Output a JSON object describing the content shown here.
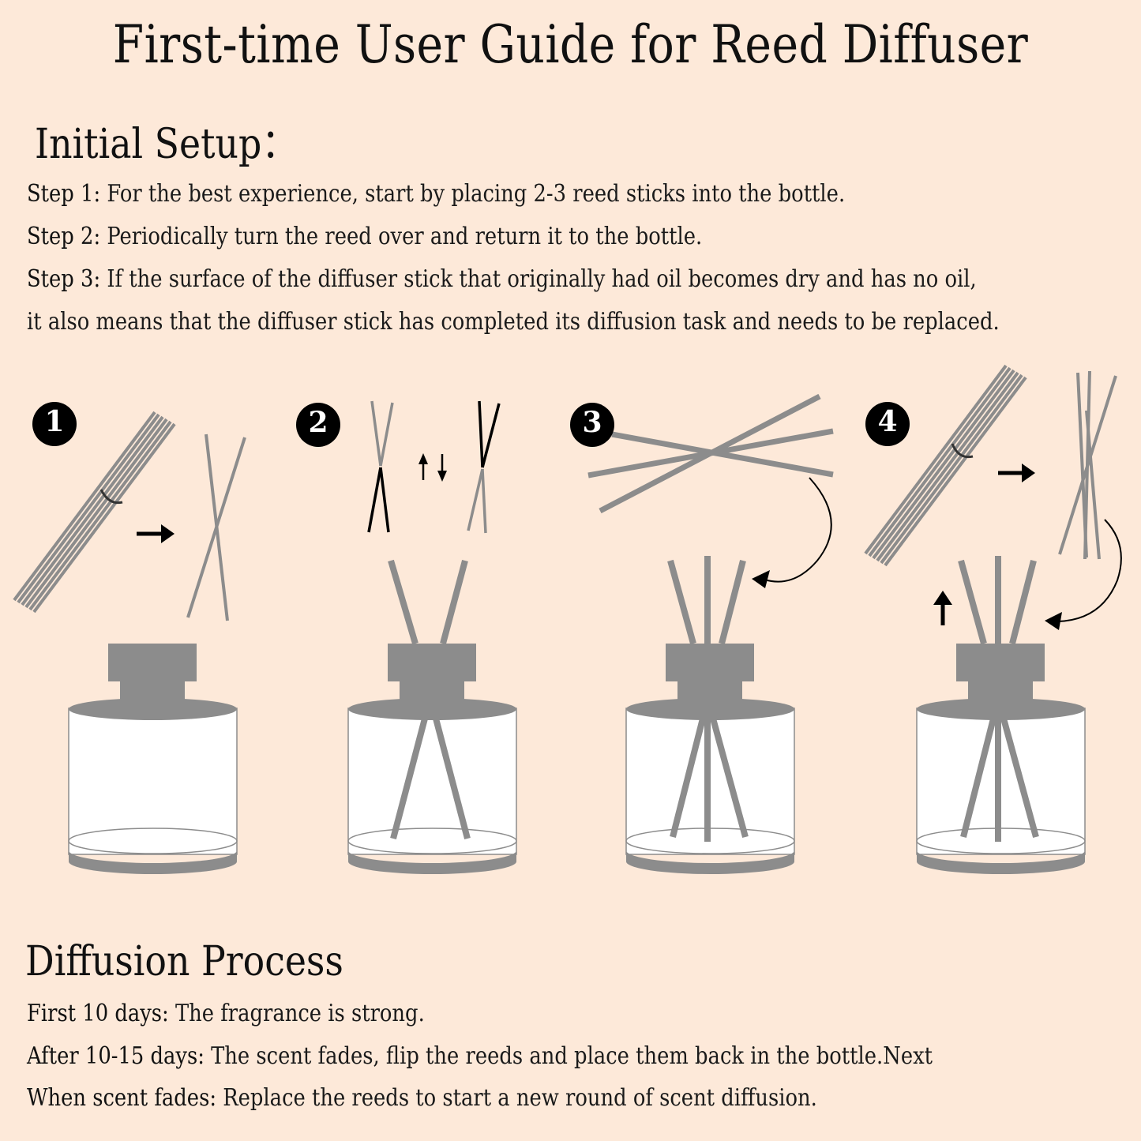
{
  "title": "First-time User Guide for Reed Diffuser",
  "initial_setup": {
    "heading": "Initial Setup：",
    "steps": [
      {
        "label": "Step 1:",
        "text": " For the best experience, start by placing 2-3 reed sticks into the bottle."
      },
      {
        "label": "Step 2:",
        "text": " Periodically turn the reed over and return it to the bottle."
      },
      {
        "label": "Step 3:",
        "text": " If the surface of the diffuser stick that originally had oil becomes dry and has no oil,"
      },
      {
        "label": "",
        "text": "it also means that the diffuser stick has completed its diffusion task and needs to be replaced."
      }
    ]
  },
  "illustrations": {
    "badges": [
      "1",
      "2",
      "3",
      "4"
    ],
    "colors": {
      "reed": "#8c8c8c",
      "bottle": "#8c8c8c",
      "glass": "#ffffff",
      "badge": "#000000",
      "arrow": "#000000",
      "background": "#fde9d9"
    }
  },
  "diffusion_process": {
    "heading": "Diffusion Process",
    "items": [
      {
        "label": "First 10 days:",
        "text": " The fragrance is strong."
      },
      {
        "label": "After 10-15 days:",
        "text": " The scent fades, flip the reeds and place them back in the bottle.Next"
      },
      {
        "label": "When scent fades:",
        "text": " Replace the reeds to start a new round of scent diffusion."
      }
    ]
  }
}
